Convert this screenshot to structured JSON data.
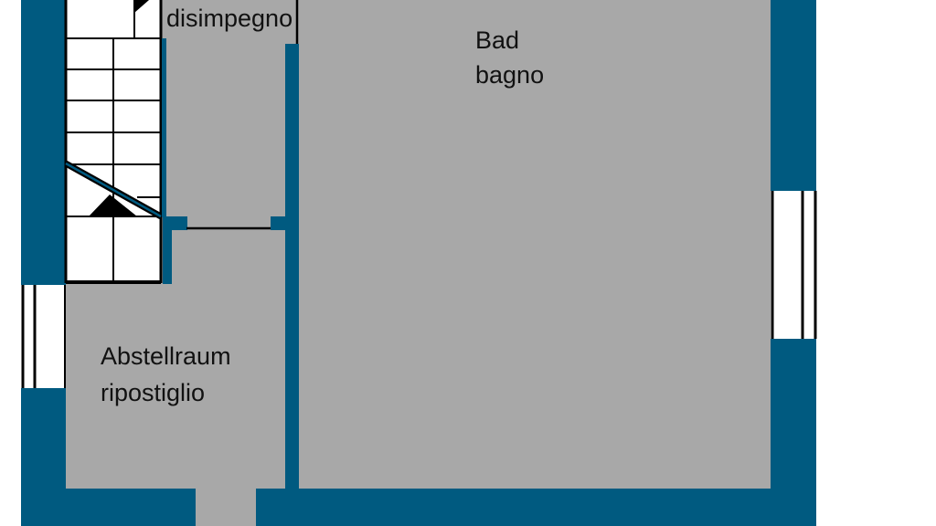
{
  "colors": {
    "wall": "#005a80",
    "floor": "#a8a8a8",
    "stairs": "#ffffff",
    "lines": "#000000"
  },
  "rooms": {
    "hallway": {
      "label": "disimpegno"
    },
    "bathroom": {
      "label_de": "Bad",
      "label_it": "bagno"
    },
    "storage": {
      "label_de": "Abstellraum",
      "label_it": "ripostiglio"
    }
  }
}
